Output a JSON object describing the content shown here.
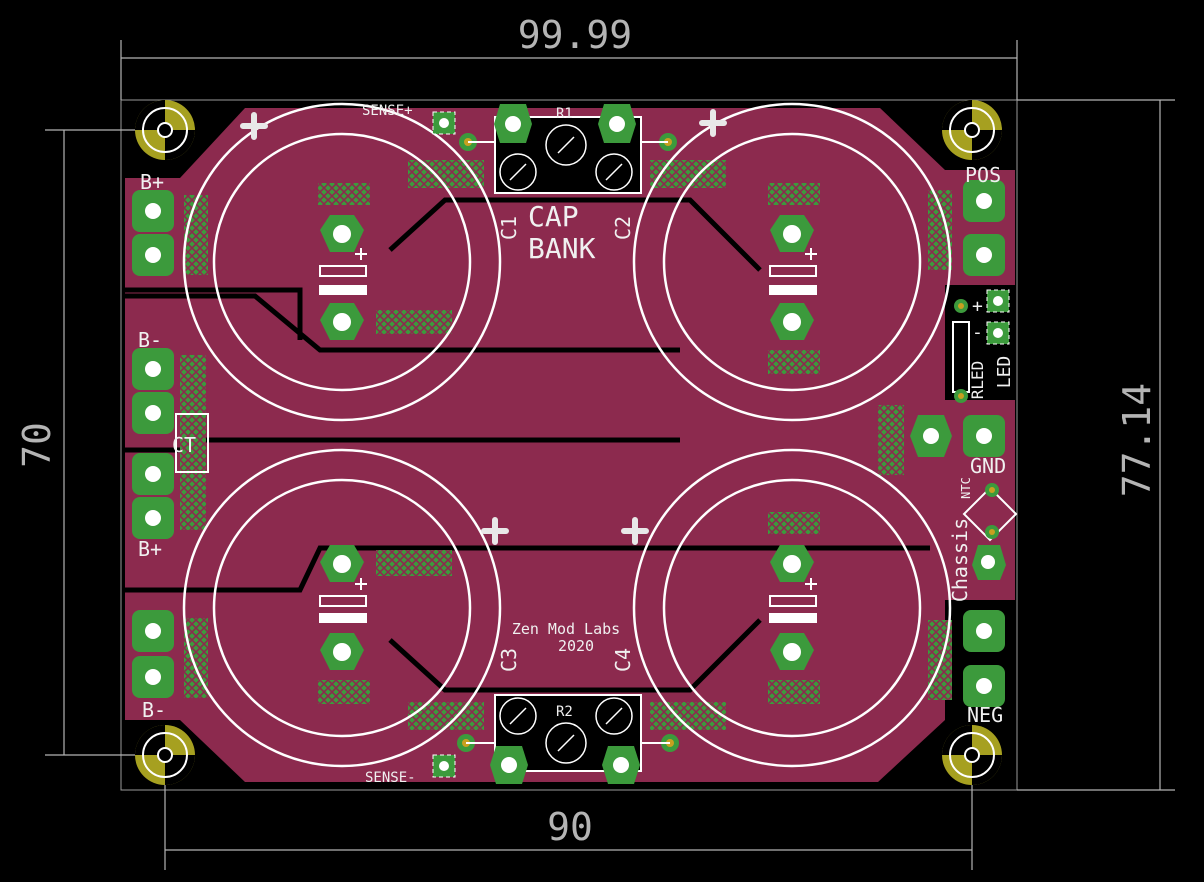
{
  "dimensions": {
    "width_label": "99.99",
    "height_label": "77.14",
    "hole_vertical_label": "70",
    "hole_horizontal_label": "90"
  },
  "silkscreen": {
    "sense_plus": "SENSE+",
    "sense_minus": "SENSE-",
    "r1": "R1",
    "r2": "R2",
    "c1": "C1",
    "c2": "C2",
    "c3": "C3",
    "c4": "C4",
    "cap": "CAP",
    "bank": "BANK",
    "b_plus_top": "B+",
    "b_minus_top": "B-",
    "ct": "CT",
    "b_plus_bottom": "B+",
    "b_minus_bottom": "B-",
    "pos": "POS",
    "gnd": "GND",
    "neg": "NEG",
    "led": "LED",
    "rled": "RLED",
    "ntc": "NTC",
    "chassis": "Chassis",
    "credit_line1": "Zen Mod Labs",
    "credit_line2": "2020",
    "led_plus": "+",
    "led_minus": "-"
  },
  "colors": {
    "copper": "#8c2a4e",
    "pad": "#3c9a3c",
    "silk": "#f0f0f0",
    "dim": "#b4b4b4",
    "mount": "#a6a020"
  }
}
